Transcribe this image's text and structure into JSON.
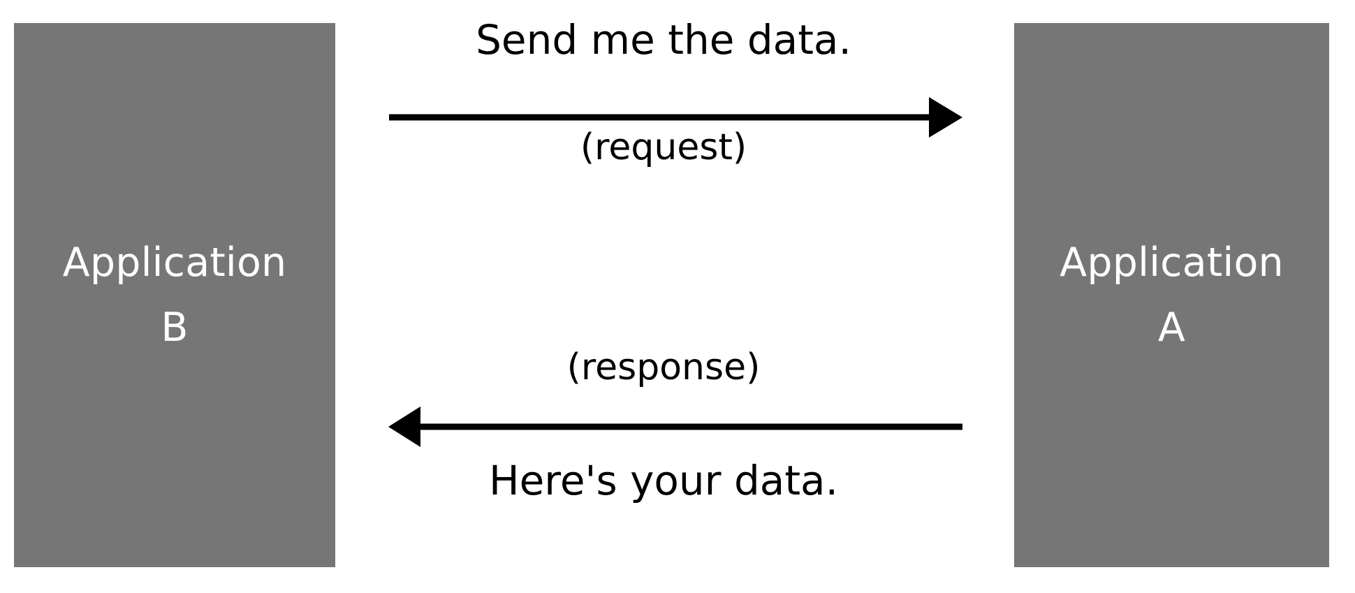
{
  "diagram": {
    "title": "Application request and response message exchange",
    "background_color": "#ffffff",
    "box_fill_color": "#767676",
    "box_text_color": "#ffffff",
    "arrow_color": "#000000",
    "nodes": [
      {
        "id": "application-b",
        "label": "Application\nB",
        "position": "left"
      },
      {
        "id": "application-a",
        "label": "Application\nA",
        "position": "right"
      }
    ],
    "messages": [
      {
        "id": "request",
        "direction": "left-to-right",
        "from": "Application B",
        "to": "Application A",
        "above_label": "Send me the data.",
        "below_label": "(request)"
      },
      {
        "id": "response",
        "direction": "right-to-left",
        "from": "Application A",
        "to": "Application B",
        "above_label": "(response)",
        "below_label": "Here's your data."
      }
    ]
  }
}
